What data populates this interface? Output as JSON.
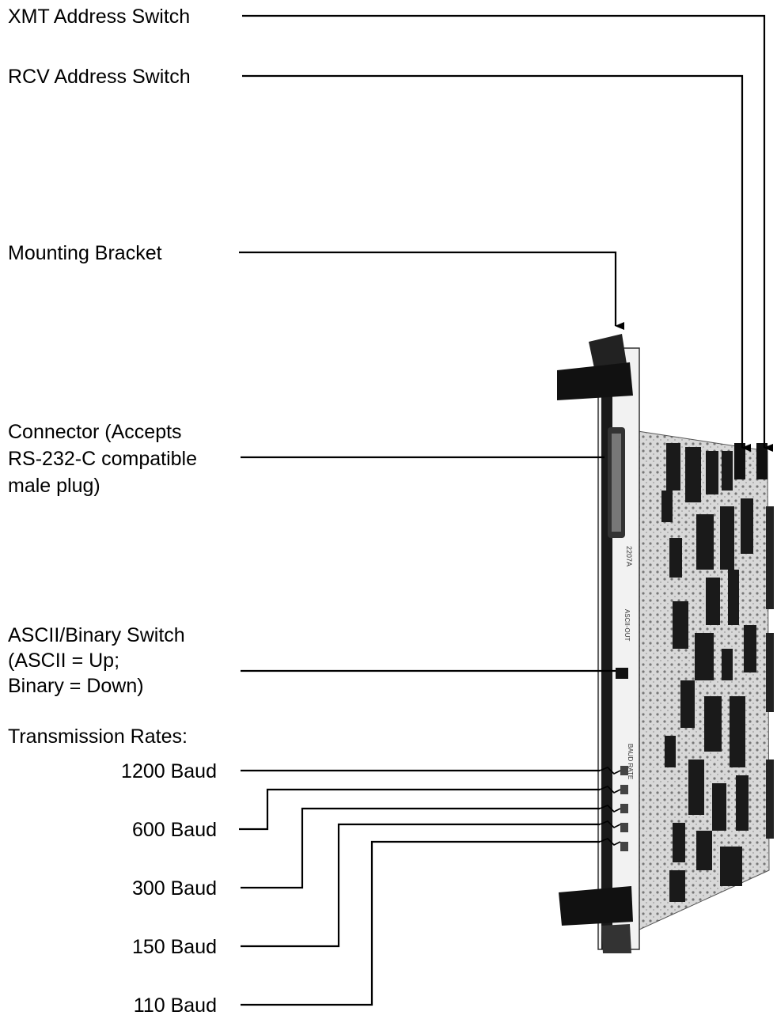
{
  "labels": {
    "xmt": "XMT Address Switch",
    "rcv": "RCV Address Switch",
    "bracket": "Mounting Bracket",
    "connector_1": "Connector (Accepts",
    "connector_2": "RS-232-C compatible",
    "connector_3": "male plug)",
    "ascii_1": "ASCII/Binary Switch",
    "ascii_2": "(ASCII = Up;",
    "ascii_3": " Binary = Down)",
    "rates_title": "Transmission Rates:",
    "baud_1200": "1200 Baud",
    "baud_600": "600  Baud",
    "baud_300": "300 Baud",
    "baud_150": "150 Baud",
    "baud_110": "110 Baud"
  },
  "board_text": {
    "part_no": "2207A",
    "port": "ASCII-OUT",
    "baud_rate": "BAUD RATE"
  }
}
